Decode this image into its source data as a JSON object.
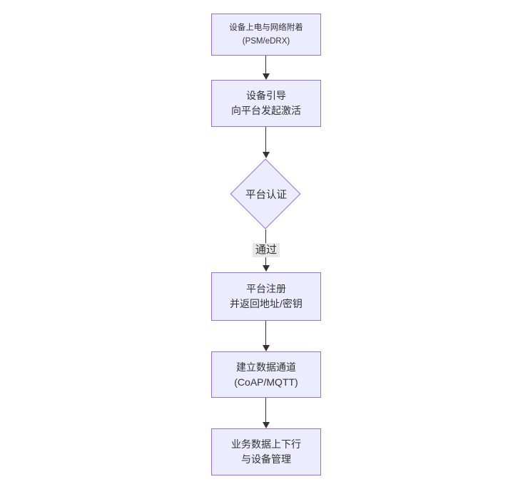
{
  "diagram": {
    "type": "flowchart",
    "direction": "top-to-bottom",
    "nodes": [
      {
        "shape": "rect",
        "lines": [
          "设备上电与网络附着",
          "(PSM/eDRX)"
        ]
      },
      {
        "shape": "rect",
        "lines": [
          "设备引导",
          "向平台发起激活"
        ]
      },
      {
        "shape": "diamond",
        "lines": [
          "平台认证"
        ]
      },
      {
        "shape": "rect",
        "lines": [
          "平台注册",
          "并返回地址/密钥"
        ]
      },
      {
        "shape": "rect",
        "lines": [
          "建立数据通道",
          "(CoAP/MQTT)"
        ]
      },
      {
        "shape": "rect",
        "lines": [
          "业务数据上下行",
          "与设备管理"
        ]
      }
    ],
    "edges": [
      {
        "from": 0,
        "to": 1,
        "label": ""
      },
      {
        "from": 1,
        "to": 2,
        "label": ""
      },
      {
        "from": 2,
        "to": 3,
        "label": "通过"
      },
      {
        "from": 3,
        "to": 4,
        "label": ""
      },
      {
        "from": 4,
        "to": 5,
        "label": ""
      }
    ],
    "colors": {
      "background": "#ffffff",
      "node_fill": "#ECECFF",
      "node_border": "#9370DB",
      "text": "#333333",
      "edge": "#333333",
      "edge_label_bg": "#e8e8e8"
    }
  }
}
